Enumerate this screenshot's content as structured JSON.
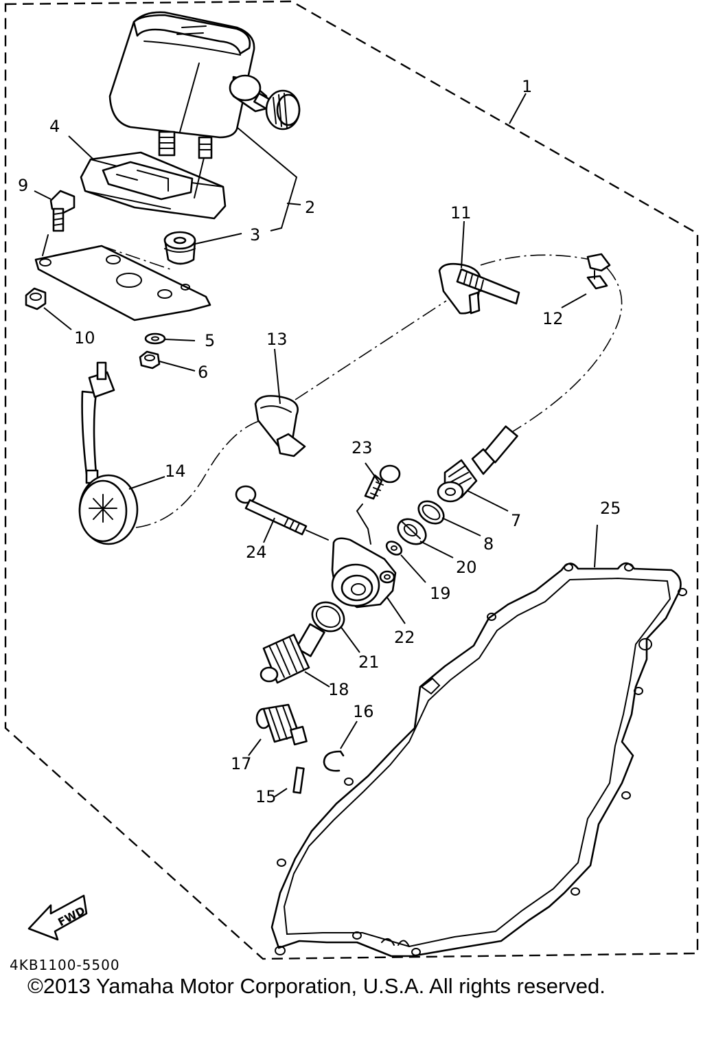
{
  "diagram_id": "4KB1100-5500",
  "copyright": "©2013 Yamaha Motor Corporation, U.S.A. All rights reserved.",
  "fwd_label": "FWD",
  "callouts": {
    "p1": "1",
    "p2": "2",
    "p3": "3",
    "p4": "4",
    "p5": "5",
    "p6": "6",
    "p7": "7",
    "p8": "8",
    "p9": "9",
    "p10": "10",
    "p11": "11",
    "p12": "12",
    "p13": "13",
    "p14": "14",
    "p15": "15",
    "p16": "16",
    "p17": "17",
    "p18": "18",
    "p19": "19",
    "p20": "20",
    "p21": "21",
    "p22": "22",
    "p23": "23",
    "p24": "24",
    "p25": "25"
  }
}
